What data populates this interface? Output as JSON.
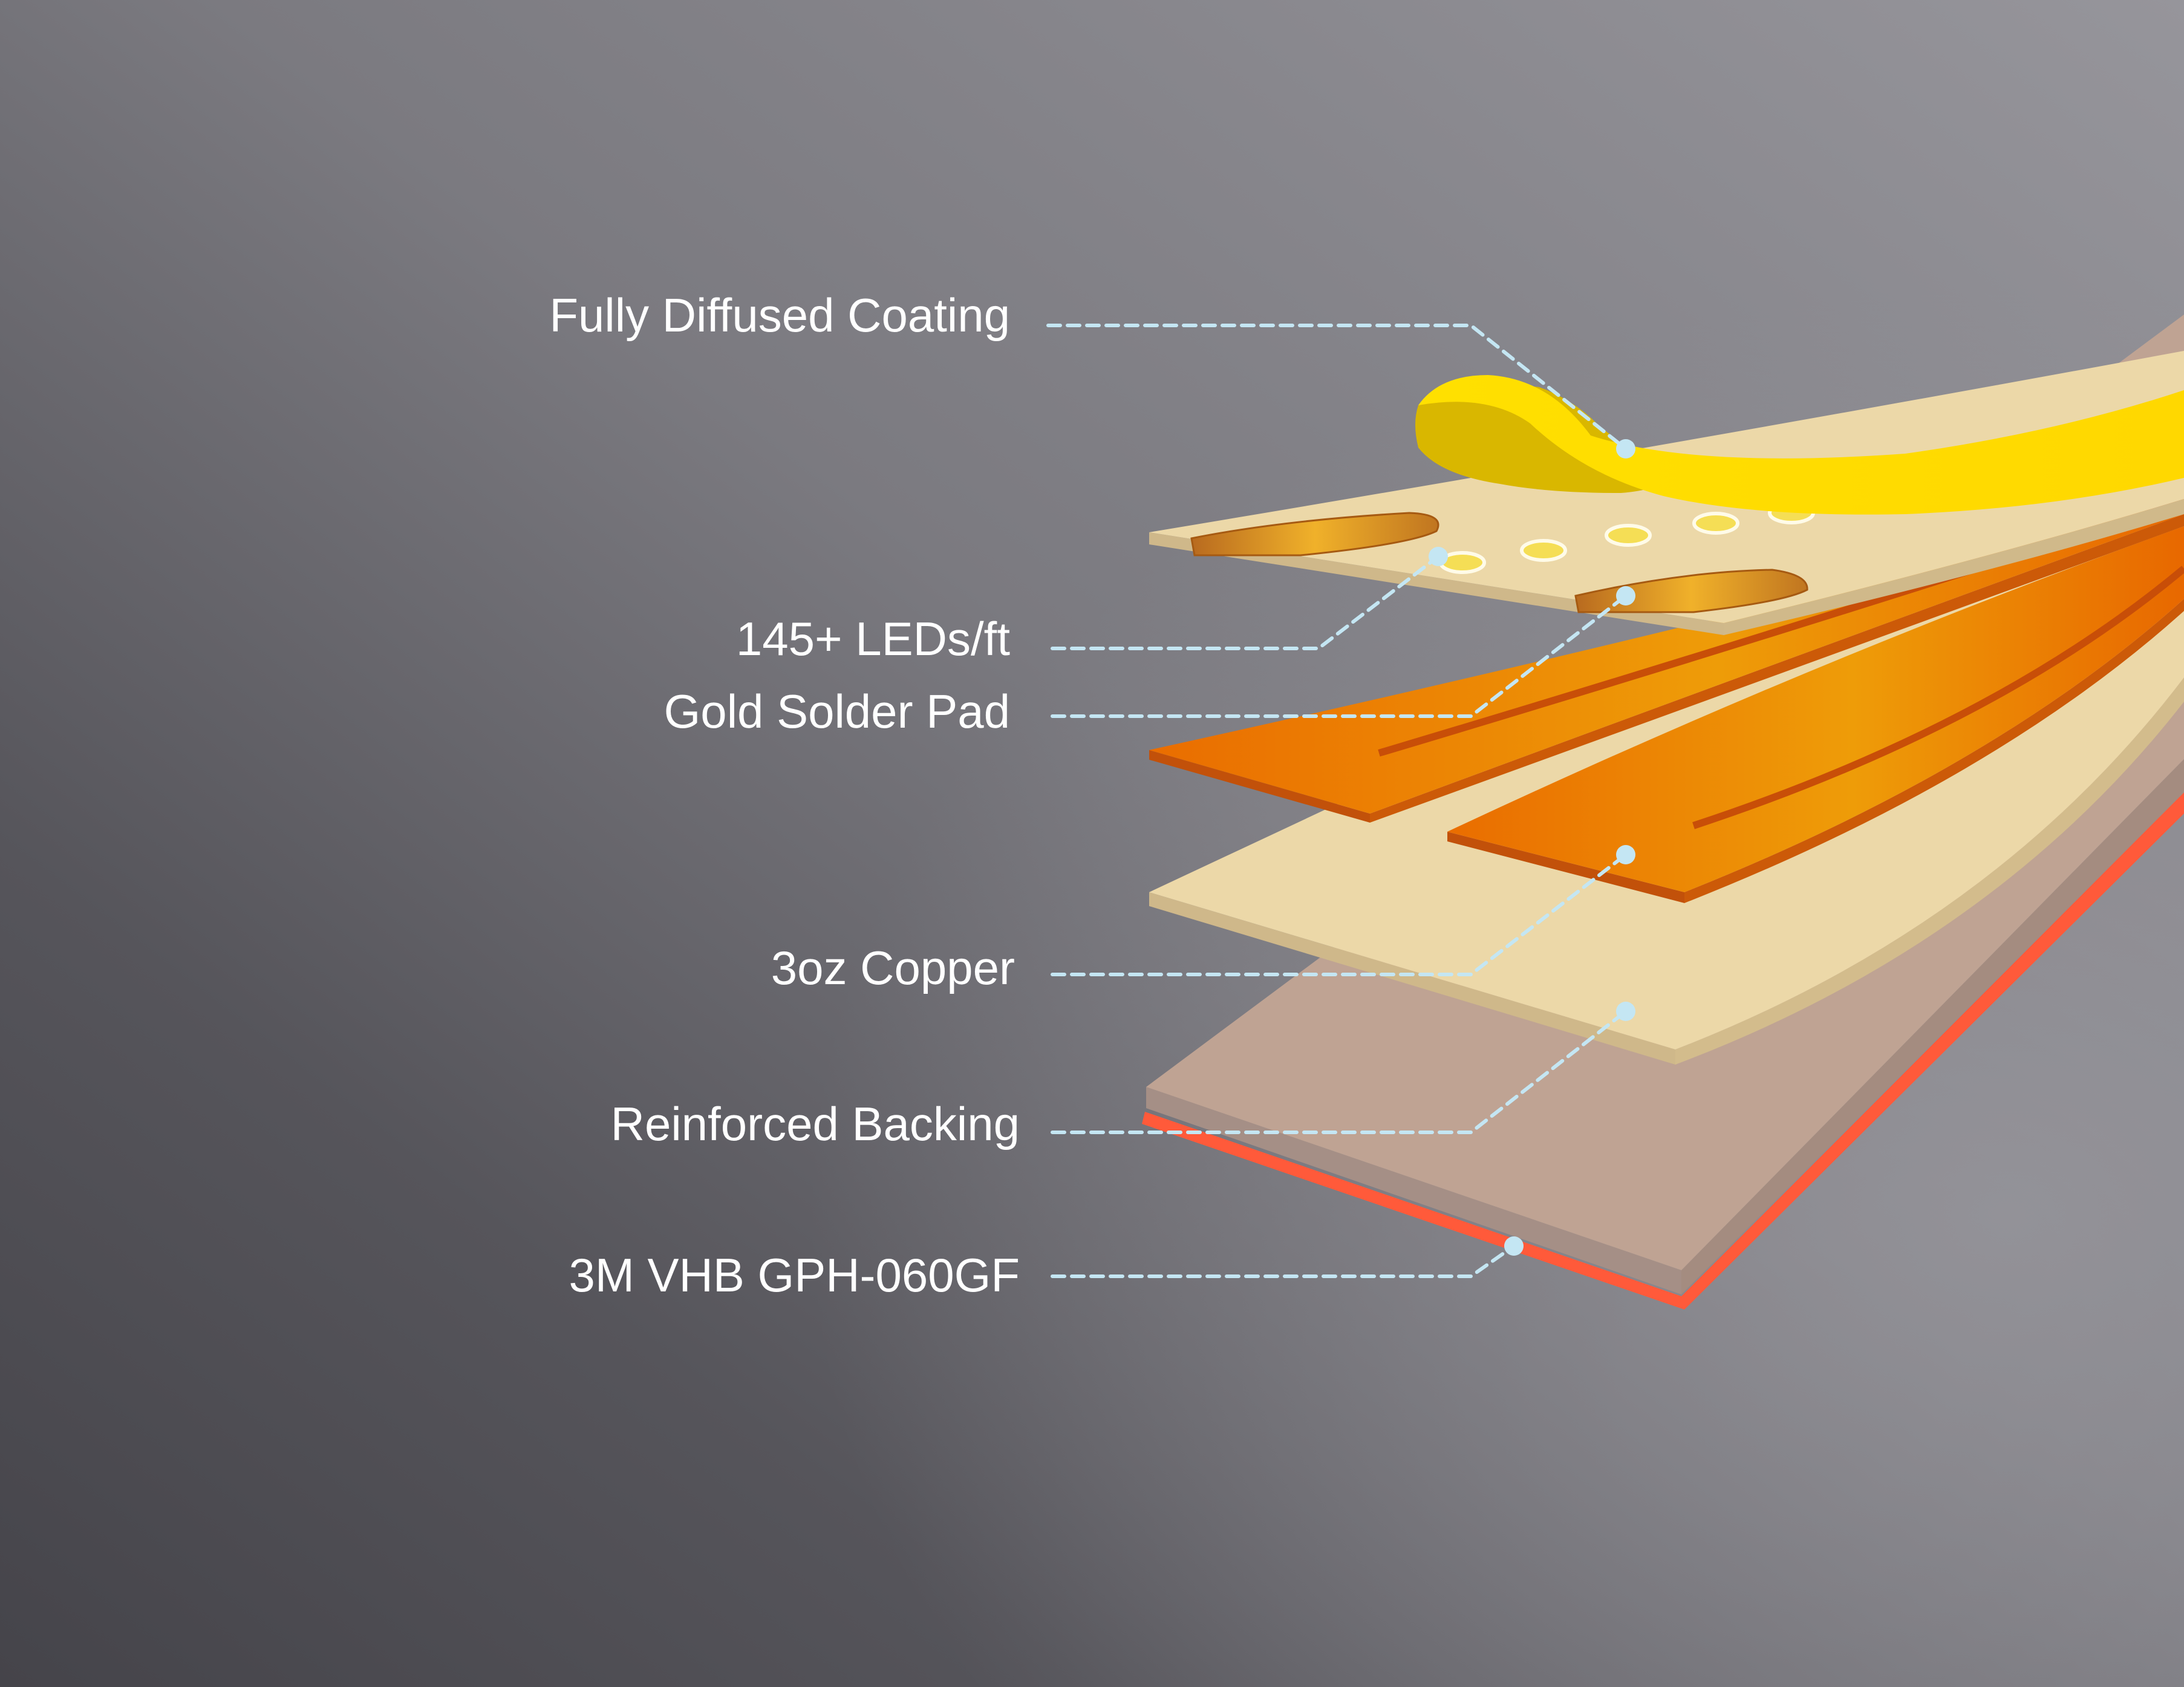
{
  "labels": {
    "coating": "Fully Diffused Coating",
    "leds": "145+ LEDs/ft",
    "solder_pad": "Gold Solder Pad",
    "copper": "3oz Copper",
    "backing": "Reinforced Backing",
    "adhesive": "3M VHB GPH-060GF"
  },
  "colors": {
    "background_light": "#8f8e94",
    "background_dark": "#47464c",
    "leader_line": "#c4e6f3",
    "coating": "#ffdf00",
    "pcb": "#ecd8a8",
    "copper": "#ec6f00",
    "backing": "#bfa393",
    "adhesive": "#ff5a3a",
    "led": "#f5de55"
  }
}
